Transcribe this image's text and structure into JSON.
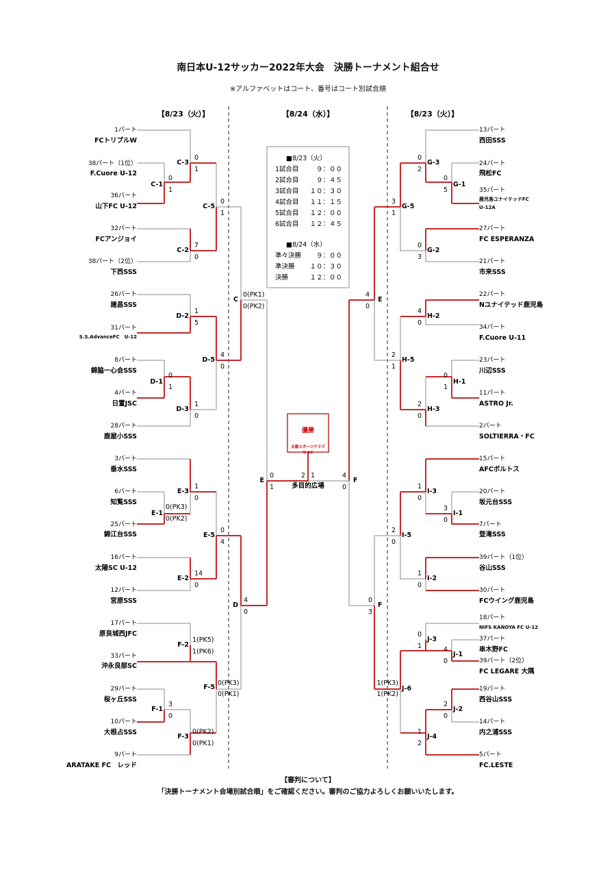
{
  "title": "南日本U-12サッカー2022年大会　決勝トーナメント組合せ",
  "subtitle": "※アルファベットはコート、番号はコート別試合順",
  "dates": {
    "left": "【8/23（火）】",
    "center": "【8/24（水）】",
    "right": "【8/23（火）】"
  },
  "schedule": {
    "day1_header": "■8/23（火）",
    "day1": [
      {
        "label": "1試合目",
        "time": "９：００"
      },
      {
        "label": "2試合目",
        "time": "９：４５"
      },
      {
        "label": "3試合目",
        "time": "１０：３０"
      },
      {
        "label": "4試合目",
        "time": "１１：１５"
      },
      {
        "label": "5試合目",
        "time": "１２：００"
      },
      {
        "label": "6試合目",
        "time": "１２：４５"
      }
    ],
    "day2_header": "■8/24（水）",
    "day2": [
      {
        "label": "準々決勝",
        "time": "９：００"
      },
      {
        "label": "準決勝",
        "time": "１０：３０"
      },
      {
        "label": "決勝",
        "time": "１２：００"
      }
    ]
  },
  "champion": {
    "label": "優勝",
    "team": "太陽スポーツクラブ",
    "team2": "U-12"
  },
  "final": {
    "venue": "多目的広場",
    "score_left": "2",
    "score_right": "1"
  },
  "left_teams": [
    {
      "slot": "1パート",
      "name": "FCトリプルW"
    },
    {
      "slot": "38パート（1位）",
      "name": "F.Cuore U-12"
    },
    {
      "slot": "36パート",
      "name": "山下FC U-12"
    },
    {
      "slot": "32パート",
      "name": "FCアンジョイ"
    },
    {
      "slot": "38パート（2位）",
      "name": "下西SSS"
    },
    {
      "slot": "26パート",
      "name": "建昌SSS"
    },
    {
      "slot": "31パート",
      "name": "S.S.AdvanceFC　U-12"
    },
    {
      "slot": "8パート",
      "name": "錦脇一心会SSS"
    },
    {
      "slot": "4パート",
      "name": "日置JSC"
    },
    {
      "slot": "28パート",
      "name": "鹿屋小SSS"
    },
    {
      "slot": "3パート",
      "name": "垂水SSS"
    },
    {
      "slot": "6パート",
      "name": "知覧SSS"
    },
    {
      "slot": "25パート",
      "name": "錦江台SSS"
    },
    {
      "slot": "16パート",
      "name": "太陽SC U-12"
    },
    {
      "slot": "12パート",
      "name": "宮原SSS"
    },
    {
      "slot": "17パート",
      "name": "原良城西JFC"
    },
    {
      "slot": "33パート",
      "name": "沖永良部SC"
    },
    {
      "slot": "29パート",
      "name": "桜ヶ丘SSS"
    },
    {
      "slot": "10パート",
      "name": "大根占SSS"
    },
    {
      "slot": "9パート",
      "name": "ARATAKE FC　レッド"
    }
  ],
  "right_teams": [
    {
      "slot": "13パート",
      "name": "西田SSS"
    },
    {
      "slot": "24パート",
      "name": "飛松FC"
    },
    {
      "slot": "35パート",
      "name": "鹿児島ユナイテッドFC",
      "name2": "U-12A"
    },
    {
      "slot": "27パート",
      "name": "FC ESPERANZA"
    },
    {
      "slot": "21パート",
      "name": "市来SSS"
    },
    {
      "slot": "22パート",
      "name": "Nユナイテッド鹿児島"
    },
    {
      "slot": "34パート",
      "name": "F.Cuore U-11"
    },
    {
      "slot": "23パート",
      "name": "川辺SSS"
    },
    {
      "slot": "11パート",
      "name": "ASTRO Jr."
    },
    {
      "slot": "2パート",
      "name": "SOLTIERRA・FC"
    },
    {
      "slot": "15パート",
      "name": "AFCボルトス"
    },
    {
      "slot": "20パート",
      "name": "坂元台SSS"
    },
    {
      "slot": "7パート",
      "name": "登滝SSS"
    },
    {
      "slot": "39パート（1位）",
      "name": "谷山SSS"
    },
    {
      "slot": "30パート",
      "name": "FCウイング鹿児島"
    },
    {
      "slot": "18パート",
      "name": "NIFS KANOYA FC U-12"
    },
    {
      "slot": "37パート",
      "name": "串木野FC"
    },
    {
      "slot": "39パート（2位）",
      "name": "FC LEGARE 大隅"
    },
    {
      "slot": "19パート",
      "name": "西谷山SSS"
    },
    {
      "slot": "14パート",
      "name": "内之浦SSS"
    },
    {
      "slot": "5パート",
      "name": "FC.LESTE"
    }
  ],
  "matches": [
    {
      "code": "C-1",
      "s1": "0",
      "s2": "1"
    },
    {
      "code": "C-3",
      "s1": "0",
      "s2": "1"
    },
    {
      "code": "C-2",
      "s1": "7",
      "s2": "0"
    },
    {
      "code": "C-5",
      "s1": "0",
      "s2": "1"
    },
    {
      "code": "D-2",
      "s1": "1",
      "s2": "5"
    },
    {
      "code": "D-1",
      "s1": "0",
      "s2": "1"
    },
    {
      "code": "D-3",
      "s1": "1",
      "s2": "0"
    },
    {
      "code": "D-5",
      "s1": "4",
      "s2": "0"
    },
    {
      "code": "E-3",
      "s1": "1",
      "s2": "0"
    },
    {
      "code": "E-1",
      "s1": "0(PK3)",
      "s2": "0(PK2)"
    },
    {
      "code": "E-5",
      "s1": "0",
      "s2": "4"
    },
    {
      "code": "E-2",
      "s1": "14",
      "s2": "0"
    },
    {
      "code": "F-2",
      "s1": "1(PK5)",
      "s2": "1(PK6)"
    },
    {
      "code": "F-1",
      "s1": "3",
      "s2": "0"
    },
    {
      "code": "F-3",
      "s1": "0(PK2)",
      "s2": "0(PK1)"
    },
    {
      "code": "F-5",
      "s1": "0(PK3)",
      "s2": "0(PK1)"
    },
    {
      "code": "C",
      "s1": "0(PK1)",
      "s2": "0(PK2)"
    },
    {
      "code": "D",
      "s1": "4",
      "s2": "0"
    },
    {
      "code": "E",
      "s1": "0",
      "s2": "1"
    },
    {
      "code": "G-3",
      "s1": "0",
      "s2": "2"
    },
    {
      "code": "G-1",
      "s1": "0",
      "s2": "5"
    },
    {
      "code": "G-2",
      "s1": "0",
      "s2": "3"
    },
    {
      "code": "G-5",
      "s1": "3",
      "s2": "1"
    },
    {
      "code": "H-2",
      "s1": "4",
      "s2": "0"
    },
    {
      "code": "H-1",
      "s1": "0",
      "s2": "1"
    },
    {
      "code": "H-3",
      "s1": "2",
      "s2": "0"
    },
    {
      "code": "H-5",
      "s1": "2",
      "s2": "1"
    },
    {
      "code": "I-3",
      "s1": "1",
      "s2": "0"
    },
    {
      "code": "I-1",
      "s1": "3",
      "s2": "0"
    },
    {
      "code": "I-2",
      "s1": "1",
      "s2": "0"
    },
    {
      "code": "I-5",
      "s1": "2",
      "s2": "0"
    },
    {
      "code": "J-3",
      "s1": "0",
      "s2": "1"
    },
    {
      "code": "J-1",
      "s1": "4",
      "s2": "0"
    },
    {
      "code": "J-2",
      "s1": "2",
      "s2": "0"
    },
    {
      "code": "J-4",
      "s1": "1",
      "s2": "2"
    },
    {
      "code": "J-6",
      "s1": "1(PK3)",
      "s2": "1(PK2)"
    },
    {
      "code": "E",
      "s1": "4",
      "s2": "0"
    },
    {
      "code": "F",
      "s1": "0",
      "s2": "3"
    },
    {
      "code": "F",
      "s1": "4",
      "s2": "0"
    }
  ],
  "notes": {
    "header": "【審判について】",
    "body": "「決勝トーナメント会場別試合順」をご確認ください。審判のご協力よろしくお願いいたします。"
  },
  "colors": {
    "winner_line": "#c62828",
    "line": "#888888",
    "champion": "#cc0000"
  }
}
